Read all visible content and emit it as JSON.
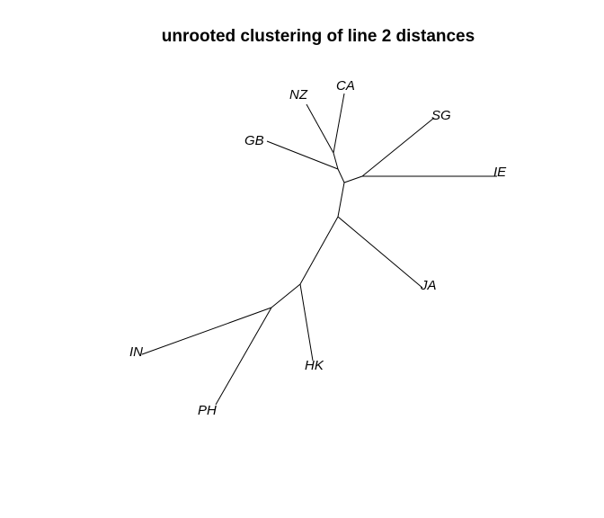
{
  "title": "unrooted clustering of line 2 distances",
  "tips": [
    {
      "id": "NZ",
      "label": "NZ"
    },
    {
      "id": "CA",
      "label": "CA"
    },
    {
      "id": "SG",
      "label": "SG"
    },
    {
      "id": "GB",
      "label": "GB"
    },
    {
      "id": "IE",
      "label": "IE"
    },
    {
      "id": "JA",
      "label": "JA"
    },
    {
      "id": "IN",
      "label": "IN"
    },
    {
      "id": "HK",
      "label": "HK"
    },
    {
      "id": "PH",
      "label": "PH"
    }
  ],
  "colors": {
    "edge": "#000000",
    "text": "#000000",
    "background": "#ffffff"
  }
}
